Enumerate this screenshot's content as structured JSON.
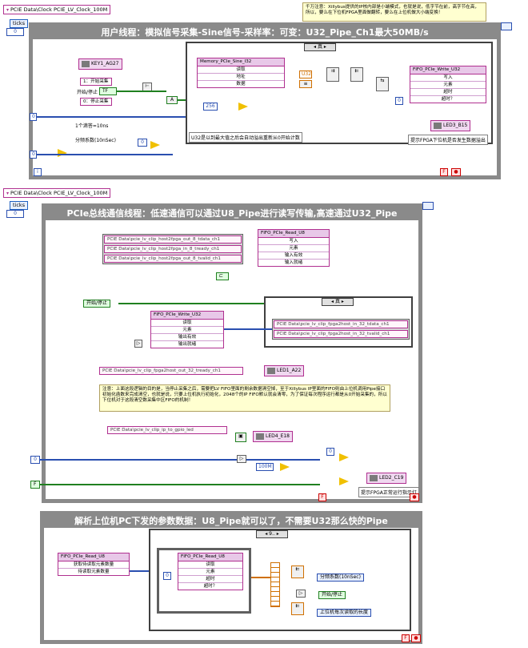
{
  "top_note": "千万注意：Xillybus提供的IP核内部是小端模式，也就是说，低字节在前，高字节在高，所以，要么在下位机FPGA里面做翻转，要么在上位机做大小端变换！",
  "loop1": {
    "clock": "PCIE Data\\Clock PCIE_LV_Clock_100M",
    "ticks": "ticks",
    "tick_const": "0",
    "title": "用户线程：模拟信号采集-Sine信号-采样率：可变：U32_Pipe_Ch1最大50MB/s",
    "key_node": "KEY1_AG27",
    "label_start_cap": "1：开始采集",
    "label_start_stop": "开始/停止",
    "label_stop_cap": "0：停止采集",
    "tick_note": "1个滴答=10ns",
    "div_label": "分频系数(10nSec)",
    "case_selector": "真",
    "mem_node": {
      "title": "Memory_PCIe_Sine_I32",
      "rows": [
        "读取",
        "地址",
        "数据"
      ]
    },
    "fifo_write": {
      "title": "FIFO_PCIe_Write_U32",
      "rows": [
        "写入",
        "元素",
        "超时",
        "超时？"
      ]
    },
    "const_256": "256",
    "const_0a": "0",
    "const_0b": "0",
    "const_0c": "0",
    "const_0d": "0",
    "u32_label": "U32",
    "u32_note": "U32是以到最大值之后会自动溢出重新从0开始计数",
    "led": "LED3_B15",
    "led_note": "提示FPGA下位机是否发生数据溢出",
    "iter": "i",
    "stop": "F"
  },
  "loop2": {
    "clock": "PCIE Data\\Clock PCIE_LV_Clock_100M",
    "ticks": "ticks",
    "tick_const": "0",
    "title": "PCIe总线通信线程：低速通信可以通过U8_Pipe进行读写传输,高速通过U32_Pipe",
    "io_left": [
      "PCIE Data\\pcie_lv_clip_host2fpga_out_8_tdata_ch1",
      "PCIE Data\\pcie_lv_clip_host2fpga_in_8_tready_ch1",
      "PCIE Data\\pcie_lv_clip_host2fpga_out_8_tvalid_ch1"
    ],
    "fifo_read": {
      "title": "FIFO_PCIe_Read_U8",
      "rows": [
        "写入",
        "元素",
        "输入有效",
        "输入就绪"
      ]
    },
    "bool_start": "开始/停止",
    "fifo_write": {
      "title": "FIFO_PCIe_Write_U32",
      "rows": [
        "读取",
        "元素",
        "输出有效",
        "输出就绪"
      ]
    },
    "case_selector": "真",
    "io_right": [
      "PCIE Data\\pcie_lv_clip_fpga2host_in_32_tdata_ch1",
      "PCIE Data\\pcie_lv_clip_fpga2host_in_32_tvalid_ch1"
    ],
    "io_ready": "PCIE Data\\pcie_lv_clip_fpga2host_out_32_tready_ch1",
    "led1": "LED1_A22",
    "note": "注意：上面这段逻辑的目的是，当停止采集之后，需要把LV FIFO里面的剩余数据清空掉，至于Xillybus IP里面的FIFO则由上位机调用Pipe接口初始化函数来完成清空，也就是说，只要上位机执行初始化，2048个的IP FIFO默认就会清零，为了保证每次程序运行都是从0开始采集的，所以下位机对于这段清空数采集中区FIFO的机制！",
    "io_gpio": "PCIE Data\\pcie_lv_clip_ip_to_gpio_led",
    "led4": "LED4_E18",
    "const_100m": "100M",
    "const_0": "0",
    "led2": "LED2_C19",
    "led2_note": "提示FPGA正常运行指示灯",
    "stop": "F"
  },
  "loop3": {
    "title": "解析上位机PC下发的参数数据：U8_Pipe就可以了，不需要U32那么快的Pipe",
    "fifo_left": {
      "title": "FIFO_PCIe_Read_U8",
      "rows": [
        "获取待读取元素数量",
        "待读取元素数量"
      ]
    },
    "case_selector": "9..",
    "fifo_inner": {
      "title": "FIFO_PCIe_Read_U8",
      "rows": [
        "读取",
        "元素",
        "超时",
        "超时？"
      ]
    },
    "const_0": "0",
    "out1": "分频系数(10nSec)",
    "out2": "开始/停止",
    "out3": "上位机每次读取的长度",
    "stop": "F"
  }
}
